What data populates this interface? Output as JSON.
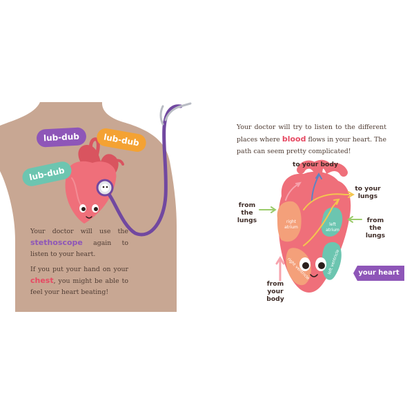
{
  "left_page": {
    "bubbles": [
      "lub-dub",
      "lub-dub",
      "lub-dub"
    ],
    "text": {
      "p1_before": "Your doctor will use the",
      "p1_keyword": "stethoscope",
      "p1_after": "again to listen to your heart.",
      "p2_before": "If you put your hand on your",
      "p2_keyword": "chest",
      "p2_after": ", you might be able to feel your heart beating!"
    }
  },
  "right_page": {
    "text": {
      "before": "Your doctor will try to listen to the different places where",
      "keyword": "blood",
      "after": "flows in your heart. The path can seem pretty complicated!"
    },
    "labels": {
      "to_body": "to your body",
      "to_lungs": "to your lungs",
      "from_lungs_left": "from the lungs",
      "from_lungs_right": "from the lungs",
      "from_body": "from your body",
      "right_atrium": "right atrium",
      "left_atrium": "left atrium",
      "right_ventricle": "right ventricle",
      "left_ventricle": "left ventricle",
      "tag": "your heart"
    }
  },
  "colors": {
    "skin": "#c8a793",
    "heart": "#ef6f7a",
    "purple": "#8e56b8",
    "orange": "#f4a233",
    "teal": "#6cc5b0",
    "pink_text": "#e64a63",
    "text": "#4f3c33"
  }
}
